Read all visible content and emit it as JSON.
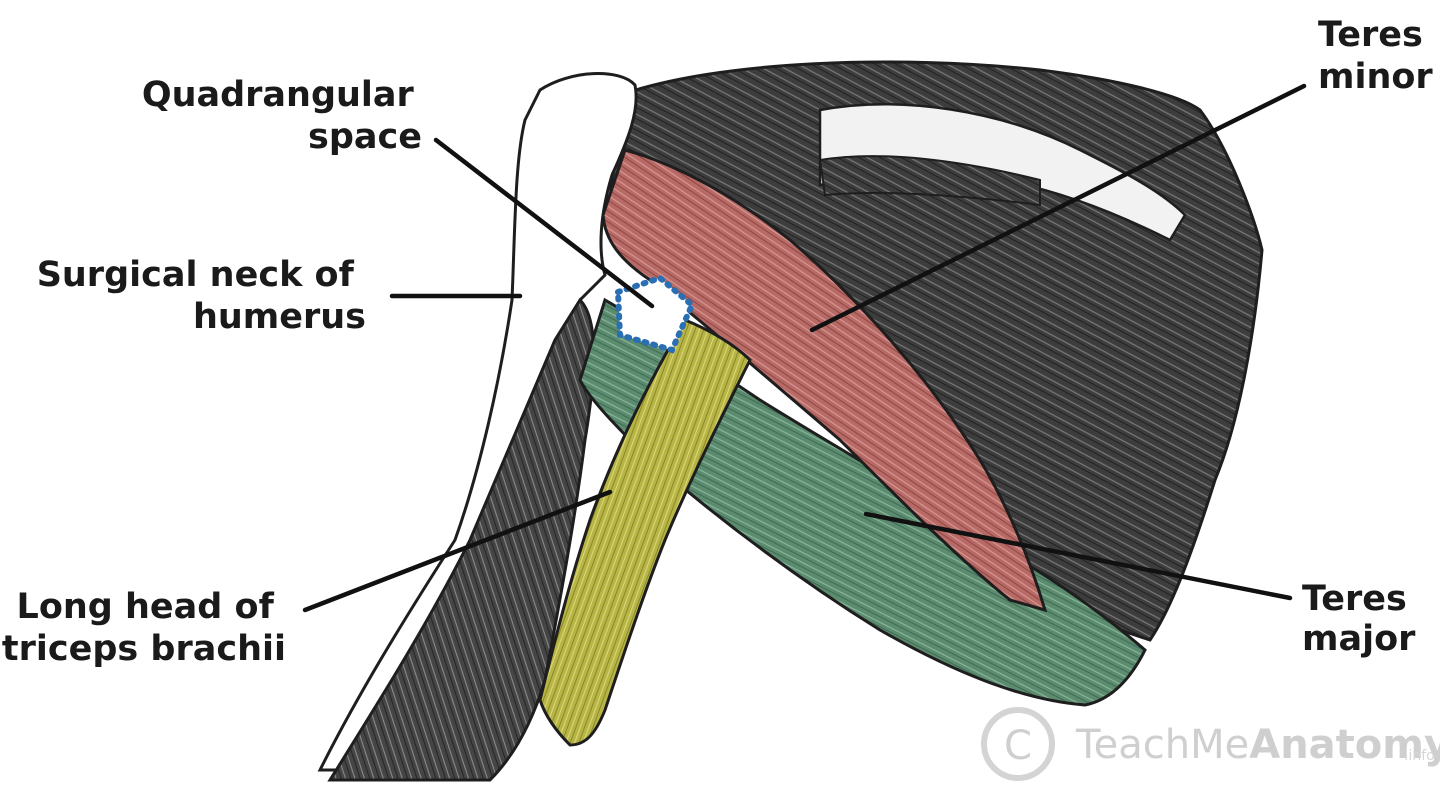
{
  "labels": {
    "quadrangular_space": [
      "Quadrangular",
      "space"
    ],
    "surgical_neck": [
      "Surgical neck of",
      "humerus"
    ],
    "long_head_triceps": [
      "Long head of",
      "triceps brachii"
    ],
    "teres_minor": [
      "Teres",
      "minor"
    ],
    "teres_major": [
      "Teres",
      "major"
    ]
  },
  "watermark": {
    "symbol": "C",
    "brand_light": "TeachMe",
    "brand_bold": "Anatomy",
    "suffix": ".info"
  },
  "colors": {
    "teres_minor": "#b86a66",
    "teres_major": "#5c8c70",
    "triceps_long_head": "#b8b547",
    "quadrangular_space_outline": "#2a6fb3",
    "muscle_dark": "#3a3a3a",
    "label_text": "#1a1a1a"
  }
}
